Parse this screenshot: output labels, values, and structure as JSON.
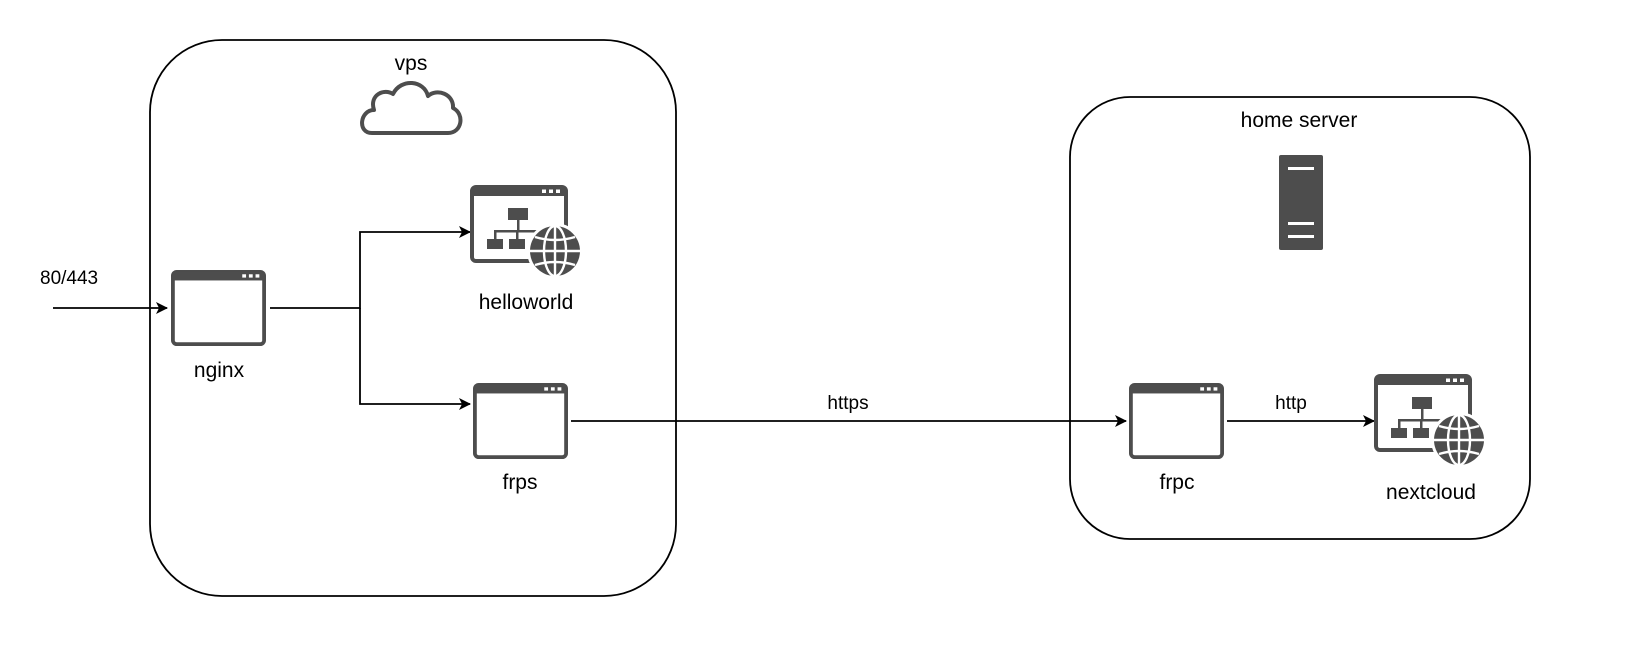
{
  "colors": {
    "icon": "#4d4d4d",
    "line": "#000000",
    "background": "#ffffff"
  },
  "groups": {
    "vps": {
      "label": "vps",
      "icon": "cloud-icon"
    },
    "home_server": {
      "label": "home server",
      "icon": "server-icon"
    }
  },
  "nodes": {
    "nginx": {
      "label": "nginx",
      "icon": "app-window-icon"
    },
    "helloworld": {
      "label": "helloworld",
      "icon": "web-app-icon"
    },
    "frps": {
      "label": "frps",
      "icon": "app-window-icon"
    },
    "frpc": {
      "label": "frpc",
      "icon": "app-window-icon"
    },
    "nextcloud": {
      "label": "nextcloud",
      "icon": "web-app-icon"
    }
  },
  "edges": {
    "ingress": {
      "label": "80/443"
    },
    "tunnel": {
      "label": "https"
    },
    "local": {
      "label": "http"
    }
  }
}
